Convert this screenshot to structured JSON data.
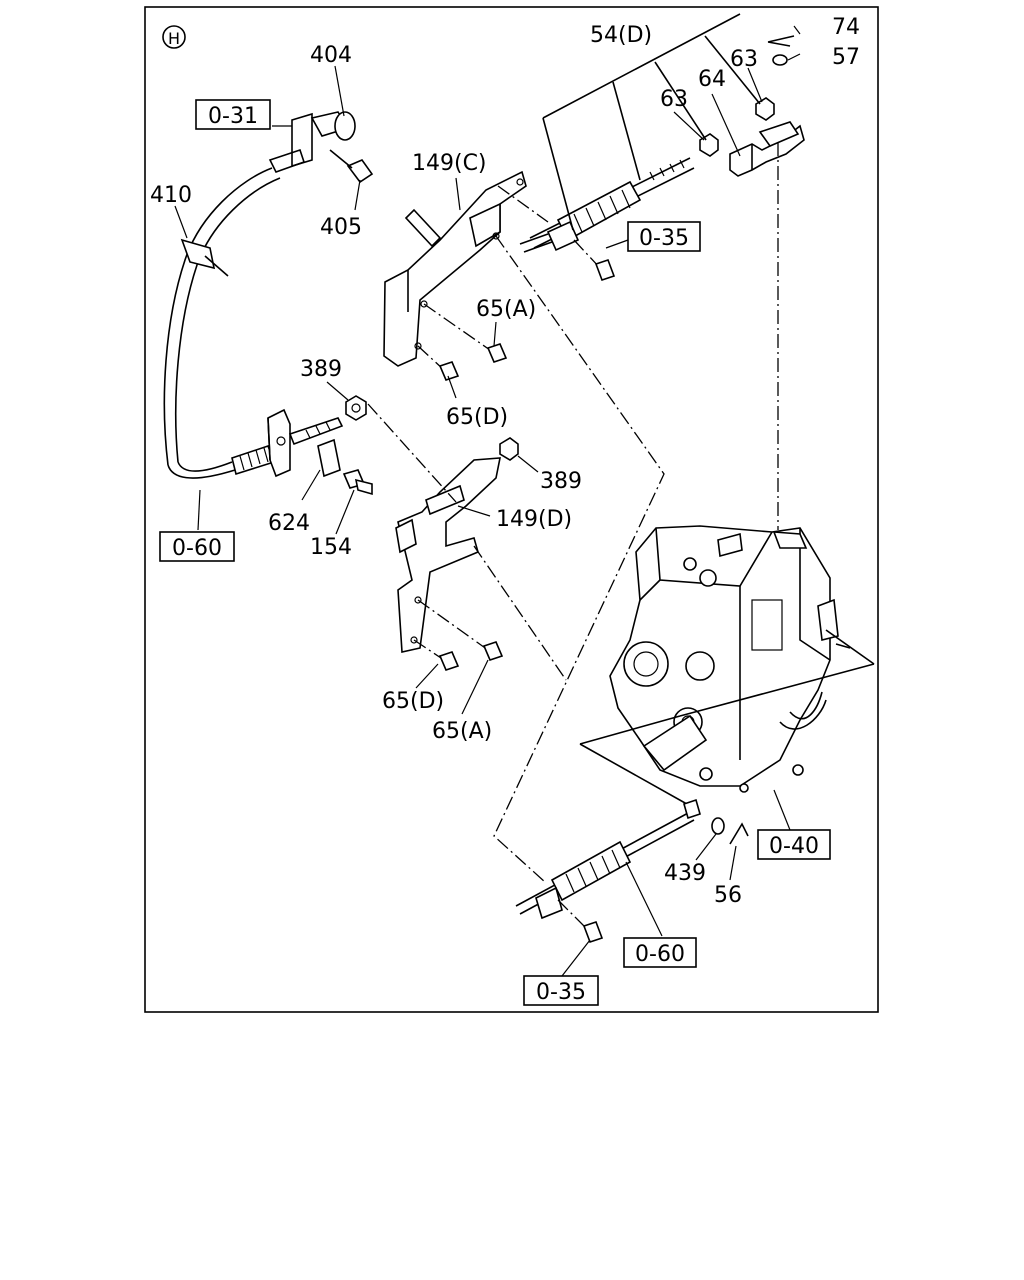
{
  "diagram": {
    "section_marker": "H",
    "part_labels": [
      {
        "key": "p404",
        "text": "404"
      },
      {
        "key": "p405",
        "text": "405"
      },
      {
        "key": "p410",
        "text": "410"
      },
      {
        "key": "p389a",
        "text": "389"
      },
      {
        "key": "p389b",
        "text": "389"
      },
      {
        "key": "p624",
        "text": "624"
      },
      {
        "key": "p154",
        "text": "154"
      },
      {
        "key": "p149c",
        "text": "149(C)"
      },
      {
        "key": "p149d",
        "text": "149(D)"
      },
      {
        "key": "p65a_top",
        "text": "65(A)"
      },
      {
        "key": "p65d_top",
        "text": "65(D)"
      },
      {
        "key": "p65d_bot",
        "text": "65(D)"
      },
      {
        "key": "p65a_bot",
        "text": "65(A)"
      },
      {
        "key": "p54d",
        "text": "54(D)"
      },
      {
        "key": "p63a",
        "text": "63"
      },
      {
        "key": "p63b",
        "text": "63"
      },
      {
        "key": "p64",
        "text": "64"
      },
      {
        "key": "p74",
        "text": "74"
      },
      {
        "key": "p57",
        "text": "57"
      },
      {
        "key": "p439",
        "text": "439"
      },
      {
        "key": "p56",
        "text": "56"
      }
    ],
    "ref_boxes": [
      {
        "key": "r031",
        "text": "0-31"
      },
      {
        "key": "r035a",
        "text": "0-35"
      },
      {
        "key": "r060a",
        "text": "0-60"
      },
      {
        "key": "r040",
        "text": "0-40"
      },
      {
        "key": "r060b",
        "text": "0-60"
      },
      {
        "key": "r035b",
        "text": "0-35"
      }
    ]
  }
}
